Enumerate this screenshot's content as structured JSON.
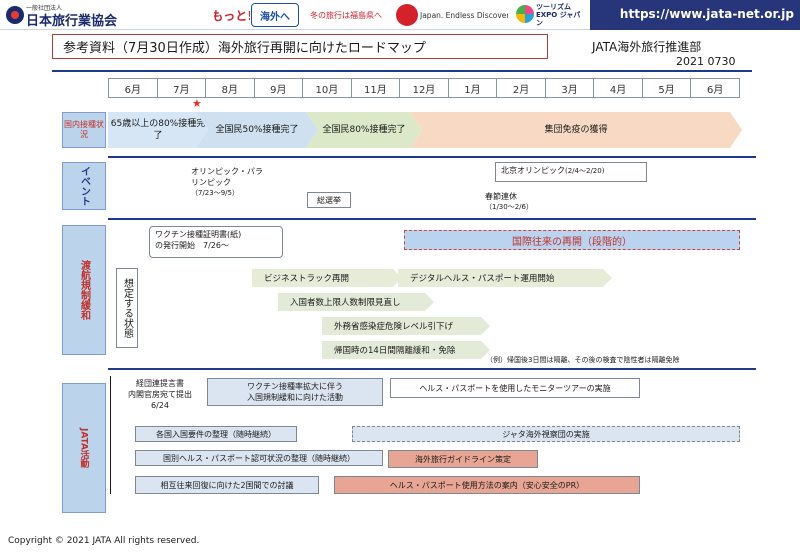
{
  "header": {
    "org_sub": "一般社団法人",
    "org_name": "日本旅行業協会",
    "badge1": "もっと!",
    "badge2": "海外へ",
    "badge3": "冬の旅行は福島県へ",
    "badge4": "Japan. Endless Discovery.",
    "badge5": "ツーリズム EXPO ジャパン",
    "url": "https://www.jata-net.or.jp"
  },
  "title": "参考資料（7月30日作成）海外旅行再開に向けたロードマップ",
  "org": "JATA海外旅行推進部",
  "date": "2021 0730",
  "months": [
    "6月",
    "7月",
    "8月",
    "9月",
    "10月",
    "11月",
    "12月",
    "1月",
    "2月",
    "3月",
    "4月",
    "5月",
    "6月"
  ],
  "star": "★",
  "sections": {
    "domestic": "国内接種状況",
    "events": "イベント",
    "travel": "渡航規制緩和",
    "jata": "JATA活動"
  },
  "domestic": {
    "c1": "65歳以上の80%接種完了",
    "c2": "全国民50%接種完了",
    "c3": "全国民80%接種完了",
    "c4": "集団免疫の獲得"
  },
  "events": {
    "olympics_title": "オリンピック・パラリンピック",
    "olympics_dates": "（7/23～9/5）",
    "election": "総選挙",
    "beijing": "北京オリンピック",
    "beijing_dates": "(2/4～2/20)",
    "spring": "春節連休",
    "spring_dates": "（1/30～2/6）"
  },
  "travel": {
    "cert_line1": "ワクチン接種証明書(紙)",
    "cert_line2": "の発行開始　7/26～",
    "intl": "国際往来の再開（段階的）",
    "assumed": "想定する状態",
    "a1": "ビジネストラック再開",
    "a2": "デジタルヘルス・パスポート運用開始",
    "a3": "入国者数上限人数制限見直し",
    "a4": "外務省感染症危険レベル引下げ",
    "a5": "帰国時の14日間隔離緩和・免除",
    "note": "（例）帰国後3日間は隔離、その後の検査で陰性者は隔離免除"
  },
  "jata": {
    "j1_line1": "経団連提言書",
    "j1_line2": "内閣官房宛て提出",
    "j1_line3": "6/24",
    "j2_line1": "ワクチン接種率拡大に伴う",
    "j2_line2": "入国規制緩和に向けた活動",
    "j3": "ヘルス・パスポートを使用したモニターツアーの実施",
    "j4": "各国入国要件の整理（随時継続）",
    "j5": "ジャタ海外視察団の実施",
    "j6": "国別ヘルス・パスポート認可状況の整理（随時継続）",
    "j7": "海外旅行ガイドライン策定",
    "j8": "相互往来回復に向けた2国間での討議",
    "j9": "ヘルス・パスポート使用方法の案内（安心安全のPR）"
  },
  "copyright": "Copyright © 2021  JATA  All rights reserved.",
  "colors": {
    "navy": "#27357a",
    "accent_red": "#c0312a",
    "chevron_blue": "#cfe0f1",
    "chevron_green": "#dce9c9",
    "chevron_peach": "#f8d9c4",
    "salmon": "#e8a593"
  }
}
